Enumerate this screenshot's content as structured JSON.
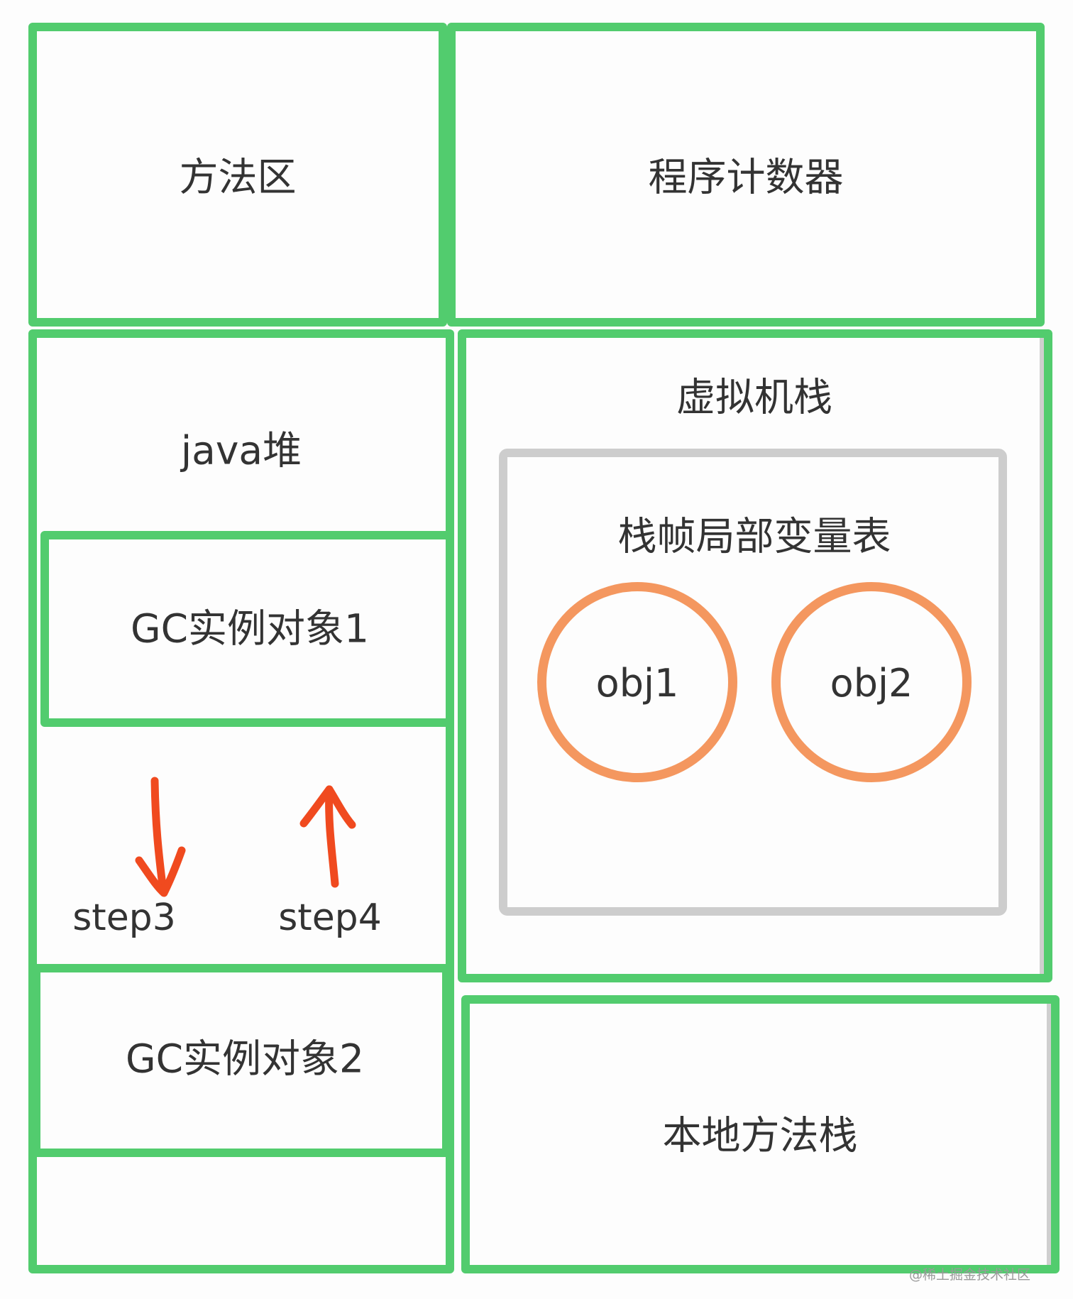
{
  "diagram": {
    "method_area": "方法区",
    "program_counter": "程序计数器",
    "java_heap": "java堆",
    "gc_object_1": "GC实例对象1",
    "gc_object_2": "GC实例对象2",
    "vm_stack": "虚拟机栈",
    "local_var_table": "栈帧局部变量表",
    "obj1": "obj1",
    "obj2": "obj2",
    "step3": "step3",
    "step4": "step4",
    "native_method_stack": "本地方法栈",
    "watermark": "@稀土掘金技术社区"
  },
  "colors": {
    "region_border": "#52cc6e",
    "frame_border": "#cdcdcd",
    "object_ring": "#f4975f",
    "arrow": "#f04a1f",
    "text": "#333333"
  }
}
